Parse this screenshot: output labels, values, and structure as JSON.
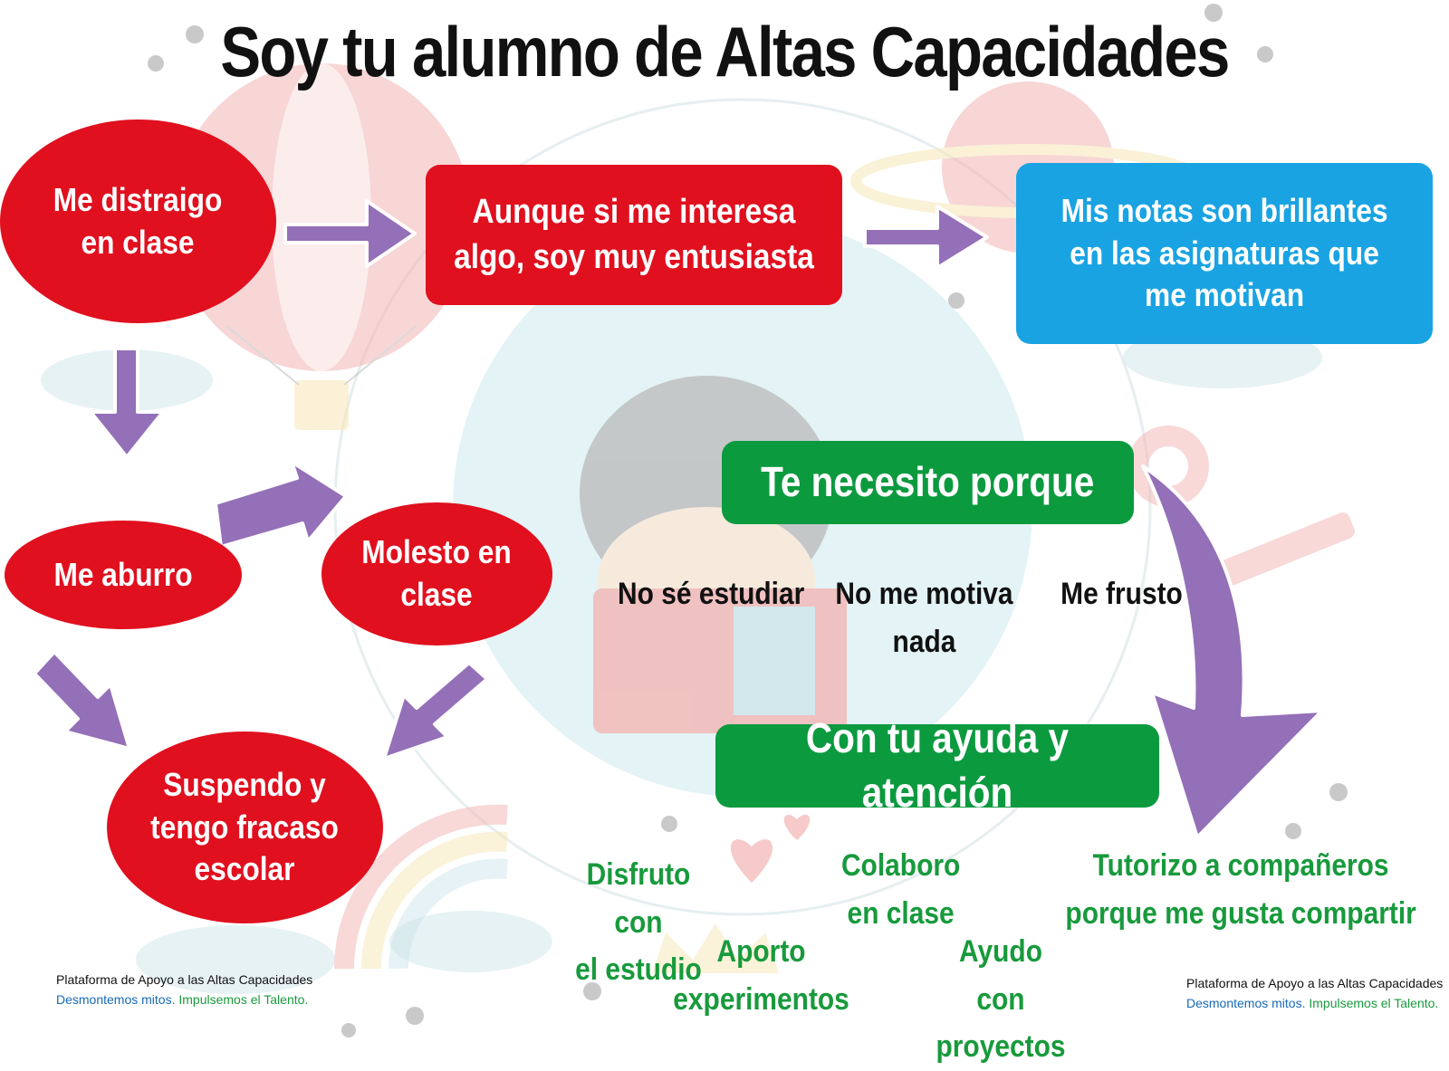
{
  "title": "Soy tu alumno de Altas Capacidades",
  "colors": {
    "red": "#e0101f",
    "blue": "#1aa3e2",
    "green": "#0c9a3f",
    "green_text": "#189a3c",
    "arrow": "#9470b8",
    "footer_blue": "#1769b8"
  },
  "nodes": {
    "distraigo": [
      "Me distraigo",
      "en clase"
    ],
    "interesa": [
      "Aunque si me interesa",
      "algo, soy muy entusiasta"
    ],
    "notas": [
      "Mis notas son brillantes",
      "en las asignaturas que",
      "me motivan"
    ],
    "aburro": "Me aburro",
    "molesto": [
      "Molesto en",
      "clase"
    ],
    "suspendo": [
      "Suspendo y",
      "tengo fracaso",
      "escolar"
    ]
  },
  "need": {
    "heading": "Te necesito porque",
    "reasons": [
      {
        "lines": [
          "No sé estudiar"
        ]
      },
      {
        "lines": [
          "No me motiva",
          "nada"
        ]
      },
      {
        "lines": [
          "Me frusto"
        ]
      }
    ]
  },
  "help": {
    "heading": "Con tu ayuda y atención",
    "benefits": [
      {
        "lines": [
          "Disfruto con",
          "el estudio"
        ]
      },
      {
        "lines": [
          "Colaboro",
          "en clase"
        ]
      },
      {
        "lines": [
          "Tutorizo a compañeros",
          "porque me gusta compartir"
        ]
      },
      {
        "lines": [
          "Aporto",
          "experimentos"
        ]
      },
      {
        "lines": [
          "Ayudo",
          "con proyectos"
        ]
      }
    ]
  },
  "footer": {
    "org": "Plataforma de Apoyo a las Altas Capacidades",
    "tagline_1": "Desmontemos mitos.",
    "tagline_2": "Impulsemos el Talento."
  },
  "background_icons": [
    "hot-air-balloon-icon",
    "planet-icon",
    "child-reading-icon",
    "rainbow-icon",
    "cloud-icon",
    "star-icon",
    "heart-icon",
    "crown-icon",
    "lollipop-icon",
    "pencil-icon"
  ]
}
